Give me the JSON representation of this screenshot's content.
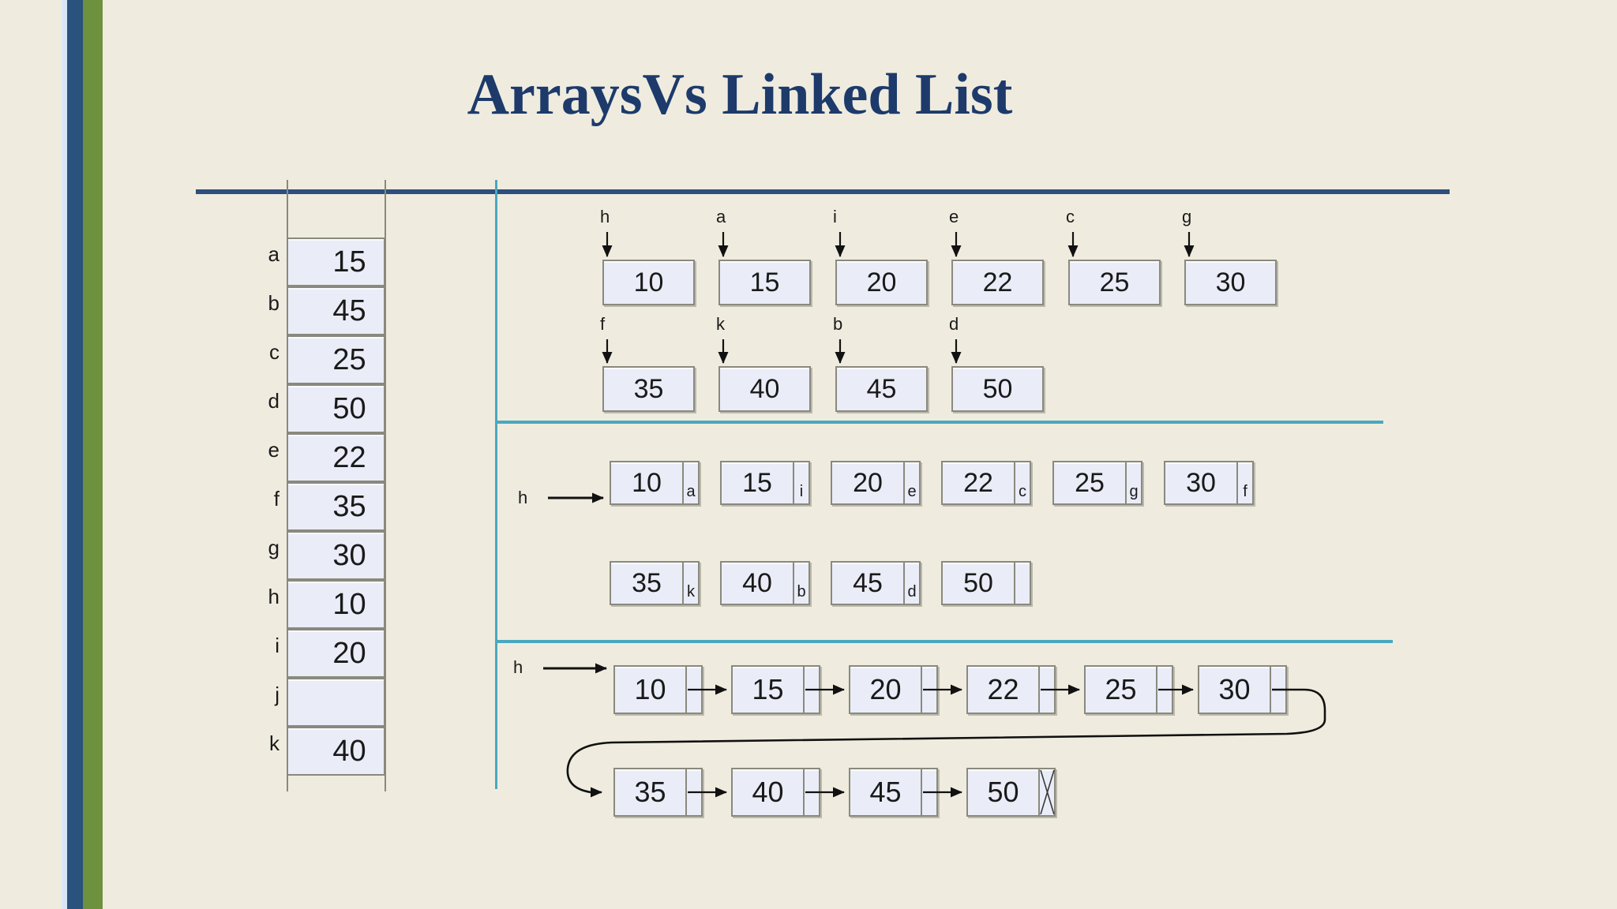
{
  "slide": {
    "title": "ArraysVs Linked List"
  },
  "colors": {
    "background": "#efecdf",
    "navy_bar": "#29527d",
    "olive_bar": "#6d913c",
    "blue_sliver": "#d8e7f6",
    "title_navy": "#1d3a6b",
    "rule_navy": "#2d4e7e",
    "teal_line": "#49a8bf",
    "node_fill": "#eaedf8",
    "node_border": "#8a897e"
  },
  "icons": {
    "null_terminator": "null-x-icon"
  },
  "array_panel": {
    "rows": [
      {
        "label": "a",
        "value": "15"
      },
      {
        "label": "b",
        "value": "45"
      },
      {
        "label": "c",
        "value": "25"
      },
      {
        "label": "d",
        "value": "50"
      },
      {
        "label": "e",
        "value": "22"
      },
      {
        "label": "f",
        "value": "35"
      },
      {
        "label": "g",
        "value": "30"
      },
      {
        "label": "h",
        "value": "10"
      },
      {
        "label": "i",
        "value": "20"
      },
      {
        "label": "j",
        "value": ""
      },
      {
        "label": "k",
        "value": "40"
      }
    ]
  },
  "pointer_boxes": {
    "row1": [
      {
        "pointer": "h",
        "value": "10"
      },
      {
        "pointer": "a",
        "value": "15"
      },
      {
        "pointer": "i",
        "value": "20"
      },
      {
        "pointer": "e",
        "value": "22"
      },
      {
        "pointer": "c",
        "value": "25"
      },
      {
        "pointer": "g",
        "value": "30"
      }
    ],
    "row2": [
      {
        "pointer": "f",
        "value": "35"
      },
      {
        "pointer": "k",
        "value": "40"
      },
      {
        "pointer": "b",
        "value": "45"
      },
      {
        "pointer": "d",
        "value": "50"
      }
    ]
  },
  "chained_boxes": {
    "head_label": "h",
    "row1": [
      {
        "value": "10",
        "next": "a"
      },
      {
        "value": "15",
        "next": "i"
      },
      {
        "value": "20",
        "next": "e"
      },
      {
        "value": "22",
        "next": "c"
      },
      {
        "value": "25",
        "next": "g"
      },
      {
        "value": "30",
        "next": "f"
      }
    ],
    "row2": [
      {
        "value": "35",
        "next": "k"
      },
      {
        "value": "40",
        "next": "b"
      },
      {
        "value": "45",
        "next": "d"
      },
      {
        "value": "50",
        "next": ""
      }
    ]
  },
  "linked_list": {
    "head_label": "h",
    "row1": [
      "10",
      "15",
      "20",
      "22",
      "25",
      "30"
    ],
    "row2": [
      "35",
      "40",
      "45",
      "50"
    ]
  }
}
